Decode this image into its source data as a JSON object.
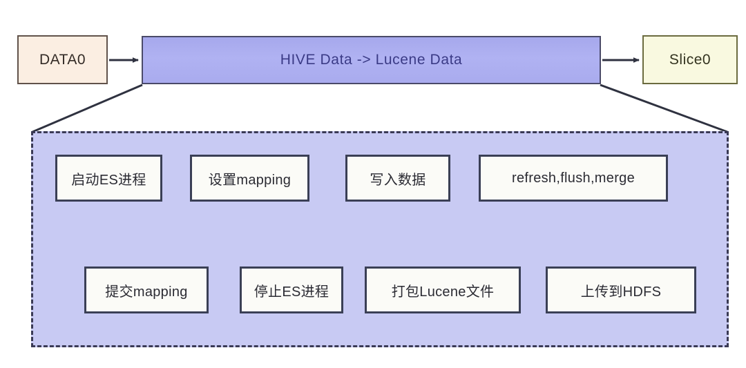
{
  "diagram": {
    "title": "HIVE Data to Lucene Data conversion pipeline",
    "colors": {
      "source_fill": "#fbeee2",
      "source_border": "#60524a",
      "pipeline_fill": "#b0b2f2",
      "pipeline_border": "#4a4a68",
      "pipeline_text": "#3b3b86",
      "sink_fill": "#f9f9e0",
      "sink_border": "#6b6b3f",
      "container_fill": "#c8caf3",
      "container_border": "#3a3a55",
      "step_fill": "#fbfbf7",
      "step_border": "#3a3f55",
      "edge": "#2f3240"
    },
    "top_row": {
      "source": {
        "label": "DATA0"
      },
      "pipeline": {
        "label": "HIVE Data -> Lucene Data"
      },
      "sink": {
        "label": "Slice0"
      }
    },
    "detail_container": {
      "border_style": "dashed",
      "row1": [
        {
          "id": "start-es",
          "label": "启动ES进程"
        },
        {
          "id": "set-mapping",
          "label": "设置mapping"
        },
        {
          "id": "write-data",
          "label": "写入数据"
        },
        {
          "id": "refresh",
          "label": "refresh,flush,merge"
        }
      ],
      "row2": [
        {
          "id": "commit-mapping",
          "label": "提交mapping"
        },
        {
          "id": "stop-es",
          "label": "停止ES进程"
        },
        {
          "id": "package",
          "label": "打包Lucene文件"
        },
        {
          "id": "upload-hdfs",
          "label": "上传到HDFS"
        }
      ]
    }
  }
}
